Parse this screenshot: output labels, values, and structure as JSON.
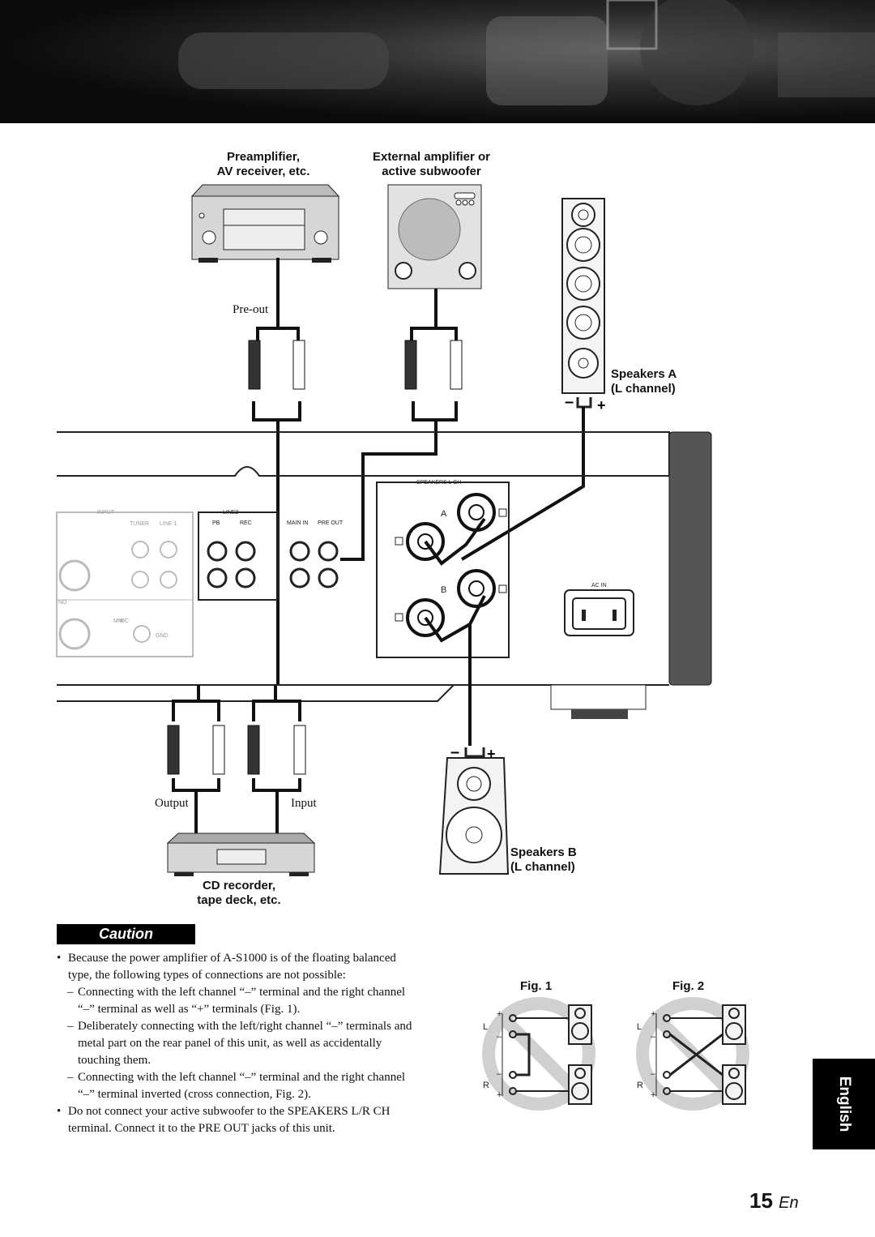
{
  "labels": {
    "preamp_line1": "Preamplifier,",
    "preamp_line2": "AV receiver, etc.",
    "extamp_line1": "External amplifier or",
    "extamp_line2": "active subwoofer",
    "preout": "Pre-out",
    "speakers_a_line1": "Speakers A",
    "speakers_a_line2": "(L channel)",
    "speakers_b_line1": "Speakers B",
    "speakers_b_line2": "(L channel)",
    "output": "Output",
    "input": "Input",
    "recorder_line1": "CD recorder,",
    "recorder_line2": "tape deck, etc."
  },
  "panel": {
    "input": "INPUT",
    "tuner": "TUNER",
    "line1": "LINE 1",
    "line2": "LINE2",
    "pb": "PB",
    "rec": "REC",
    "main_in": "MAIN IN",
    "pre_out": "PRE OUT",
    "speakers_l_ch": "SPEAKERS L CH",
    "a": "A",
    "b": "B",
    "ac_in": "AC IN",
    "no": "NO",
    "mm": "MM",
    "mc": "MC",
    "gnd": "GND"
  },
  "caution": {
    "title": "Caution",
    "bullet1": "Because the power amplifier of A-S1000 is of the floating balanced type, the following types of connections are not possible:",
    "dash1": "Connecting with the left channel “–” terminal and the right channel “–” terminal as well as “+” terminals (Fig. 1).",
    "dash2": "Deliberately connecting with the left/right channel “–” terminals and metal part on the rear panel of this unit, as well as accidentally touching them.",
    "dash3": "Connecting with the left channel “–” terminal and the right channel “–” terminal inverted (cross connection, Fig. 2).",
    "bullet2": "Do not connect your active subwoofer to the SPEAKERS L/R CH terminal. Connect it to the PRE OUT jacks of this unit."
  },
  "figures": {
    "fig1": "Fig. 1",
    "fig2": "Fig. 2",
    "l": "L",
    "r": "R",
    "plus": "+",
    "minus": "–"
  },
  "side_tab": "English",
  "page": {
    "number": "15",
    "suffix": "En"
  },
  "colors": {
    "black": "#000000",
    "panel_gray": "#8a8a8a",
    "prohibit_gray": "#d0d0d0"
  }
}
